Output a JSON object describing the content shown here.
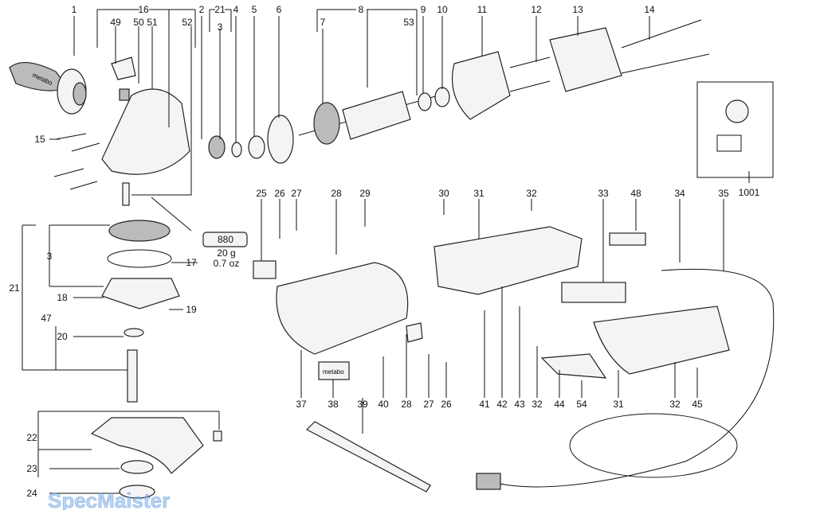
{
  "labels": [
    "1",
    "16",
    "2",
    "21",
    "4",
    "5",
    "6",
    "8",
    "9",
    "10",
    "11",
    "12",
    "13",
    "14",
    "49",
    "50",
    "51",
    "52",
    "3",
    "7",
    "53",
    "15",
    "1001",
    "880",
    "20 g",
    "0.7 oz",
    "3",
    "17",
    "21",
    "18",
    "19",
    "47",
    "20",
    "22",
    "23",
    "24",
    "25",
    "26",
    "27",
    "28",
    "29",
    "30",
    "31",
    "32",
    "33",
    "48",
    "34",
    "35",
    "37",
    "38",
    "39",
    "40",
    "28",
    "27",
    "26",
    "41",
    "42",
    "43",
    "32",
    "44",
    "54",
    "31",
    "32",
    "45"
  ],
  "logo_text": "metabo",
  "watermark": "SpecMaister"
}
